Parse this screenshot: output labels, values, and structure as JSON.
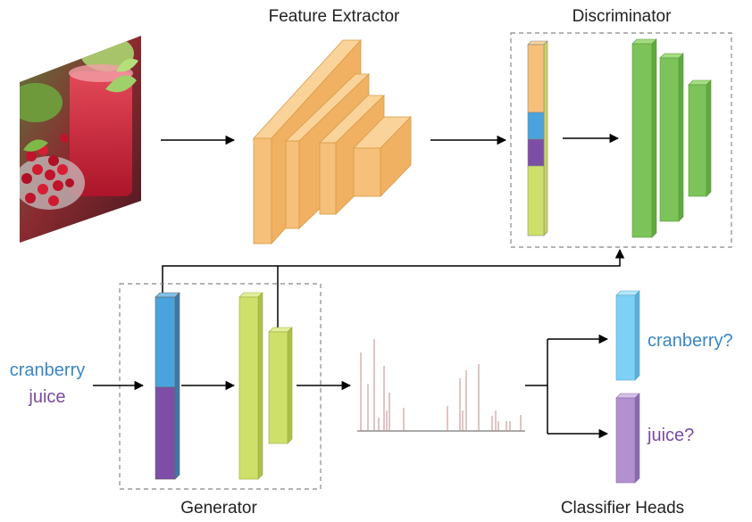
{
  "labels": {
    "feature_extractor": "Feature Extractor",
    "discriminator": "Discriminator",
    "generator": "Generator",
    "classifier_heads": "Classifier Heads",
    "input_word_1": "cranberry",
    "input_word_2": "juice",
    "head_1": "cranberry?",
    "head_2": "juice?"
  },
  "colors": {
    "orange": "#f6c07a",
    "blue": "#4aa3dc",
    "purple": "#7d4ea5",
    "lime": "#cfe06a",
    "green": "#7cc35a",
    "light_blue": "#7fd0f7",
    "lavender": "#b391d0",
    "text_blue": "#3a86c6",
    "text_purple": "#7a4aa0",
    "spike": "#c48a8a"
  },
  "image": {
    "subject": "cranberry juice photo"
  }
}
